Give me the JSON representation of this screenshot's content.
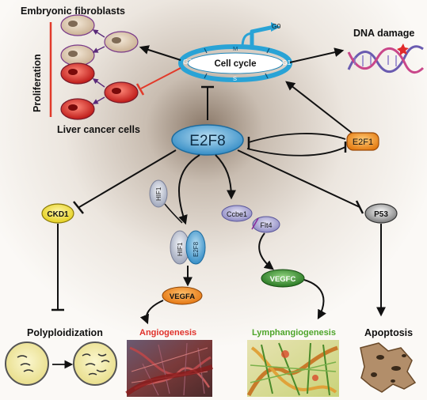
{
  "labels": {
    "embryonic_fibroblasts": "Embryonic fibroblasts",
    "dna_damage": "DNA damage",
    "proliferation": "Proliferation",
    "liver_cancer_cells": "Liver cancer cells",
    "cell_cycle": "Cell cycle",
    "g0": "G0",
    "g1": "G1",
    "g2": "G2",
    "m": "M",
    "s": "S",
    "e2f8": "E2F8",
    "e2f1": "E2F1",
    "hif1": "HIF1",
    "hif1_bound": "HIF1",
    "e2f8_bound": "E2F8",
    "ccbe1": "Ccbe1",
    "flt4": "Flt4",
    "ckd1": "CKD1",
    "p53": "P53",
    "vegfa": "VEGFA",
    "vegfc": "VEGFC",
    "polyploidization": "Polyploidization",
    "angiogenesis": "Angiogenesis",
    "lymphangiogenesis": "Lymphangiogenesis",
    "apoptosis": "Apoptosis"
  },
  "colors": {
    "cell_cycle": "#29a3d6",
    "e2f8": "#3b9ad0",
    "e2f1": "#f0901e",
    "ckd1": "#f1e12c",
    "p53": "#a7a7a7",
    "vegfa": "#f08a1a",
    "vegfc": "#2f8a2a",
    "ccbe1": "#9a97c8",
    "hif1": "#b9bfcf",
    "proliferation_bar": "#e23a2a",
    "liver_cells": "#d3201f",
    "fibroblasts": "#d7c6ad",
    "angiogenesis_text": "#e0312b",
    "lymphangiogenesis_text": "#4ea52b"
  }
}
